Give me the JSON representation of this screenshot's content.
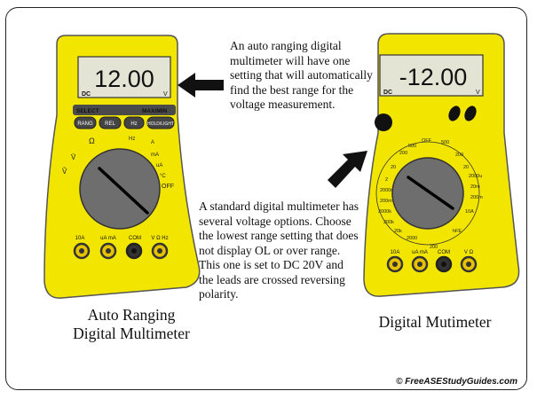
{
  "annotations": {
    "auto_range_note": "An auto ranging digital multimeter will have one setting that will automatically find the best range for the voltage measurement.",
    "standard_note": "A standard digital multimeter has several voltage options. Choose the lowest range setting that does not display OL or over range. This one is set to DC 20V and the leads are crossed reversing polarity."
  },
  "captions": {
    "left_line1": "Auto Ranging",
    "left_line2": "Digital Multimeter",
    "right": "Digital Mutimeter"
  },
  "credit": "© FreeASEStudyGuides.com",
  "meter_auto": {
    "reading": "12.00",
    "mode": "DC",
    "unit": "V",
    "select_label": "SELECT",
    "maxmin_label": "MAX/MIN",
    "buttons": [
      "RANG",
      "REL",
      "Hz",
      "HOLD/LIGHT"
    ],
    "dial_labels": [
      "OFF",
      "°C",
      "uA",
      "mA",
      "A",
      "Hz"
    ],
    "jacks": [
      "10A",
      "uA mA",
      "COM",
      "V Ω Hz"
    ]
  },
  "meter_std": {
    "reading": "-12.00",
    "mode": "DC",
    "unit": "V",
    "dial_labels": [
      "OFF",
      "500",
      "200",
      "20",
      "2",
      "2000m",
      "200m",
      "2000k",
      "200k",
      "20k",
      "2000",
      "200",
      "500",
      "200",
      "20",
      "2000u",
      "20m",
      "200m",
      "10A",
      "hFE"
    ],
    "jacks": [
      "10A",
      "uA mA",
      "COM",
      "V Ω"
    ]
  },
  "colors": {
    "meter_body": "#f2e600",
    "meter_outline": "#555555",
    "lcd": "#e4e4d4",
    "dial": "#6e6e6e",
    "arrow": "#111111"
  }
}
